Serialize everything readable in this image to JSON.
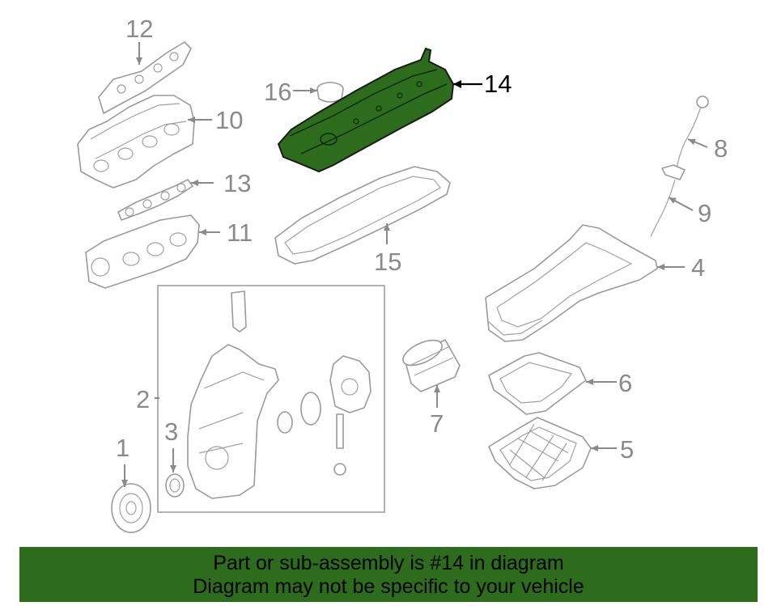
{
  "diagram": {
    "highlight_color": "#2d6b1d",
    "callouts": [
      {
        "id": "1",
        "label": "1"
      },
      {
        "id": "2",
        "label": "2"
      },
      {
        "id": "3",
        "label": "3"
      },
      {
        "id": "4",
        "label": "4"
      },
      {
        "id": "5",
        "label": "5"
      },
      {
        "id": "6",
        "label": "6"
      },
      {
        "id": "7",
        "label": "7"
      },
      {
        "id": "8",
        "label": "8"
      },
      {
        "id": "9",
        "label": "9"
      },
      {
        "id": "10",
        "label": "10"
      },
      {
        "id": "11",
        "label": "11"
      },
      {
        "id": "12",
        "label": "12"
      },
      {
        "id": "13",
        "label": "13"
      },
      {
        "id": "14",
        "label": "14",
        "highlighted": true
      },
      {
        "id": "15",
        "label": "15"
      },
      {
        "id": "16",
        "label": "16"
      }
    ]
  },
  "banner": {
    "background": "#2d6b1d",
    "line1": "Part or sub-assembly is #14 in diagram",
    "line2": "Diagram may not be specific to your vehicle"
  }
}
